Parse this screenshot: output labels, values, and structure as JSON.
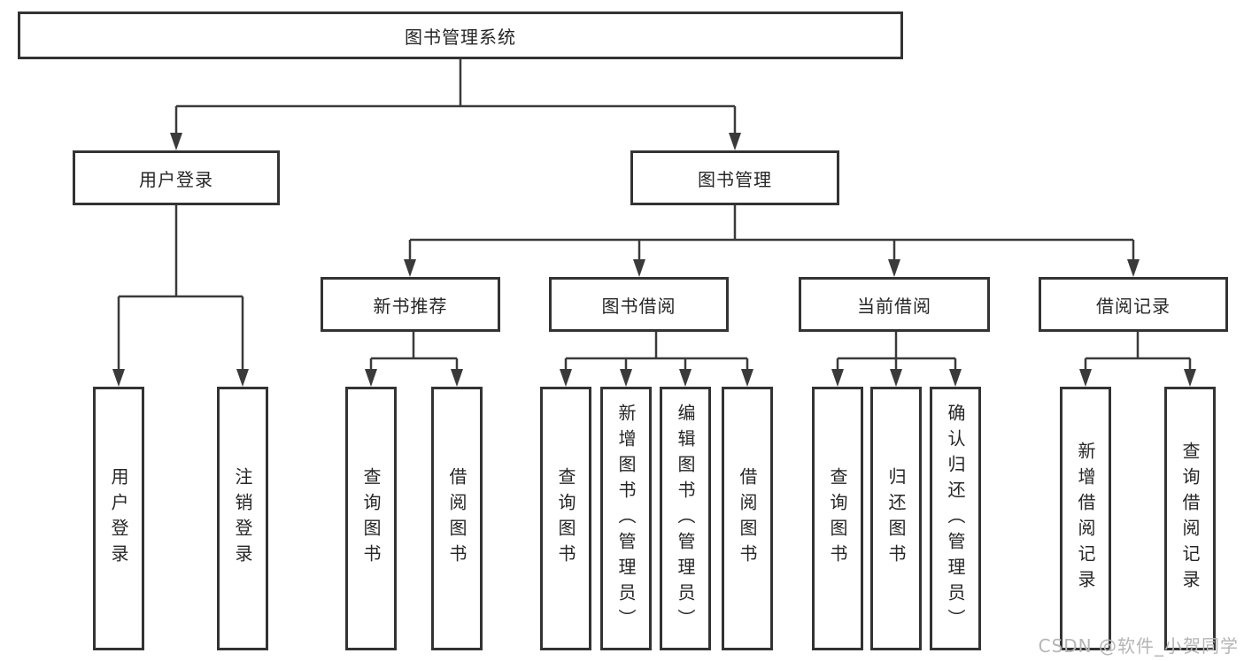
{
  "diagram": {
    "root": {
      "label": "图书管理系统"
    },
    "branches": [
      {
        "label": "用户登录",
        "children": [
          {
            "label": "用户登录"
          },
          {
            "label": "注销登录"
          }
        ]
      },
      {
        "label": "图书管理",
        "children": [
          {
            "label": "新书推荐",
            "children": [
              {
                "label": "查询图书"
              },
              {
                "label": "借阅图书"
              }
            ]
          },
          {
            "label": "图书借阅",
            "children": [
              {
                "label": "查询图书"
              },
              {
                "label": "新增图书（管理员）"
              },
              {
                "label": "编辑图书（管理员）"
              },
              {
                "label": "借阅图书"
              }
            ]
          },
          {
            "label": "当前借阅",
            "children": [
              {
                "label": "查询图书"
              },
              {
                "label": "归还图书"
              },
              {
                "label": "确认归还（管理员）"
              }
            ]
          },
          {
            "label": "借阅记录",
            "children": [
              {
                "label": "新增借阅记录"
              },
              {
                "label": "查询借阅记录"
              }
            ]
          }
        ]
      }
    ]
  },
  "watermark": {
    "text": "CSDN @软件_小贺同学"
  },
  "colors": {
    "line": "#3a3a3a",
    "box_border": "#333333",
    "text": "#262626",
    "background": "#ffffff",
    "watermark": "#b5b5b5"
  }
}
